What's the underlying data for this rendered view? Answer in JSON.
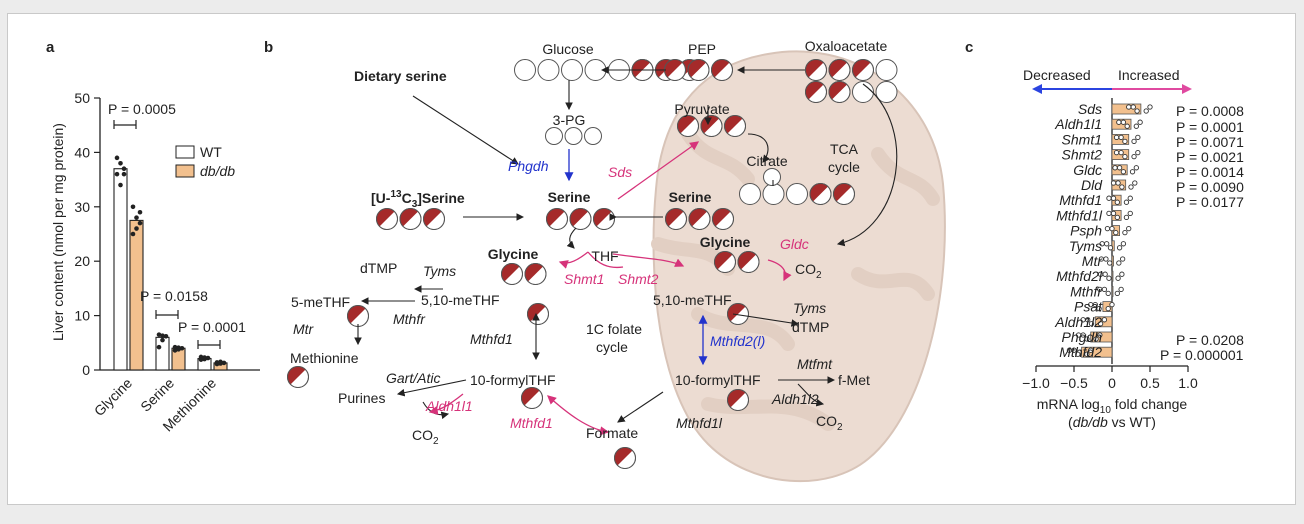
{
  "panels": {
    "a": "a",
    "b": "b",
    "c": "c"
  },
  "colors": {
    "wt": "#ffffff",
    "dbdb": "#f2c08e",
    "labelled": "#a52a2a",
    "pink": "#d6337a",
    "blue": "#2233cc",
    "mito": "#ecdcd2",
    "decreased": "#2b44e0",
    "increased": "#e04aa0"
  },
  "panel_a": {
    "ylabel": "Liver content (nmol per mg protein)",
    "legend": {
      "wt": "WT",
      "dbdb": "db/db"
    },
    "pvalues": [
      "P = 0.0005",
      "P = 0.0158",
      "P = 0.0001"
    ],
    "chart_data": {
      "type": "bar",
      "categories": [
        "Glycine",
        "Serine",
        "Methionine"
      ],
      "series": [
        {
          "name": "WT",
          "values": [
            37,
            6,
            2.1
          ]
        },
        {
          "name": "db/db",
          "values": [
            27.5,
            4,
            1.3
          ]
        }
      ],
      "yticks": [
        "0",
        "10",
        "20",
        "30",
        "40",
        "50"
      ],
      "ylim": [
        0,
        50
      ],
      "ylabel": "Liver content (nmol per mg protein)",
      "xlabel": "",
      "points": {
        "WT": [
          [
            36,
            38,
            37,
            39,
            34,
            36
          ],
          [
            6.5,
            5.5,
            6.2,
            4.2,
            6.3
          ],
          [
            2.4,
            2.0,
            2.2,
            1.9,
            2.3
          ]
        ],
        "db/db": [
          [
            30,
            28,
            27,
            25,
            26,
            29
          ],
          [
            4.2,
            3.8,
            4.0,
            3.6,
            4.1
          ],
          [
            1.4,
            1.2,
            1.3,
            1.1,
            1.5
          ]
        ]
      }
    }
  },
  "panel_b": {
    "labels": {
      "glucose": "Glucose",
      "pep": "PEP",
      "oxaloacetate": "Oxaloacetate",
      "dietary_serine": "Dietary serine",
      "pg3": "3-PG",
      "phgdh": "Phgdh",
      "sds": "Sds",
      "pyruvate": "Pyruvate",
      "citrate": "Citrate",
      "tca": "TCA",
      "cycle": "cycle",
      "u13_pre": "[U-",
      "u13_sup": "13",
      "u13_mid": "C",
      "u13_sub": "3",
      "u13_post": "]Serine",
      "serine_c": "Serine",
      "serine_m": "Serine",
      "glycine_c": "Glycine",
      "glycine_m": "Glycine",
      "thf": "THF",
      "dtmp_l": "dTMP",
      "tyms_l": "Tyms",
      "shmt1": "Shmt1",
      "shmt2": "Shmt2",
      "gldc": "Gldc",
      "co2_pre": "CO",
      "co2_sub": "2",
      "methf5": "5-meTHF",
      "mthf510_c": "5,10-meTHF",
      "mthf510_m": "5,10-meTHF",
      "tyms_r": "Tyms",
      "mtr": "Mtr",
      "mthfr": "Mthfr",
      "mthfd1": "Mthfd1",
      "dtmp_r": "dTMP",
      "folate1": "1C folate",
      "folate2": "cycle",
      "methionine": "Methionine",
      "mthfd2l": "Mthfd2(l)",
      "mtfmt": "Mtfmt",
      "gart": "Gart/Atic",
      "formyl_c": "10-formylTHF",
      "formyl_m": "10-formylTHF",
      "fmet": "f-Met",
      "purines": "Purines",
      "aldh1l1": "Aldh1l1",
      "aldh1l2": "Aldh1l2",
      "mthfd1_pink": "Mthfd1",
      "formate": "Formate",
      "mthfd1l": "Mthfd1l"
    }
  },
  "panel_c": {
    "decreased": "Decreased",
    "increased": "Increased",
    "xlabel_pre": "mRNA log",
    "xlabel_sub": "10",
    "xlabel_post": " fold change",
    "xlabel2_pre": "(",
    "xlabel2_it": "db/db",
    "xlabel2_post": " vs WT)",
    "pvalues": [
      "P = 0.0008",
      "P = 0.0001",
      "P = 0.0071",
      "P = 0.0021",
      "P = 0.0014",
      "P = 0.0090",
      "P = 0.0177",
      "P = 0.0208",
      "P = 0.000001"
    ],
    "chart_data": {
      "type": "bar",
      "orientation": "horizontal",
      "categories": [
        "Sds",
        "Aldh1l1",
        "Shmt1",
        "Shmt2",
        "Gldc",
        "Dld",
        "Mthfd1",
        "Mthfd1l",
        "Psph",
        "Tyms",
        "Mtr",
        "Mthfd2l",
        "Mthfr",
        "Psat",
        "Aldh1l2",
        "Phgdh",
        "Mthfd2"
      ],
      "values": [
        0.38,
        0.25,
        0.22,
        0.22,
        0.2,
        0.18,
        0.12,
        0.12,
        0.1,
        0.03,
        0.02,
        0.01,
        0.0,
        -0.12,
        -0.22,
        -0.28,
        -0.4
      ],
      "xticks": [
        "−1.0",
        "−0.5",
        "0",
        "0.5",
        "1.0"
      ],
      "xlim": [
        -1.0,
        1.0
      ],
      "xlabel": "mRNA log10 fold change (db/db vs WT)"
    }
  }
}
